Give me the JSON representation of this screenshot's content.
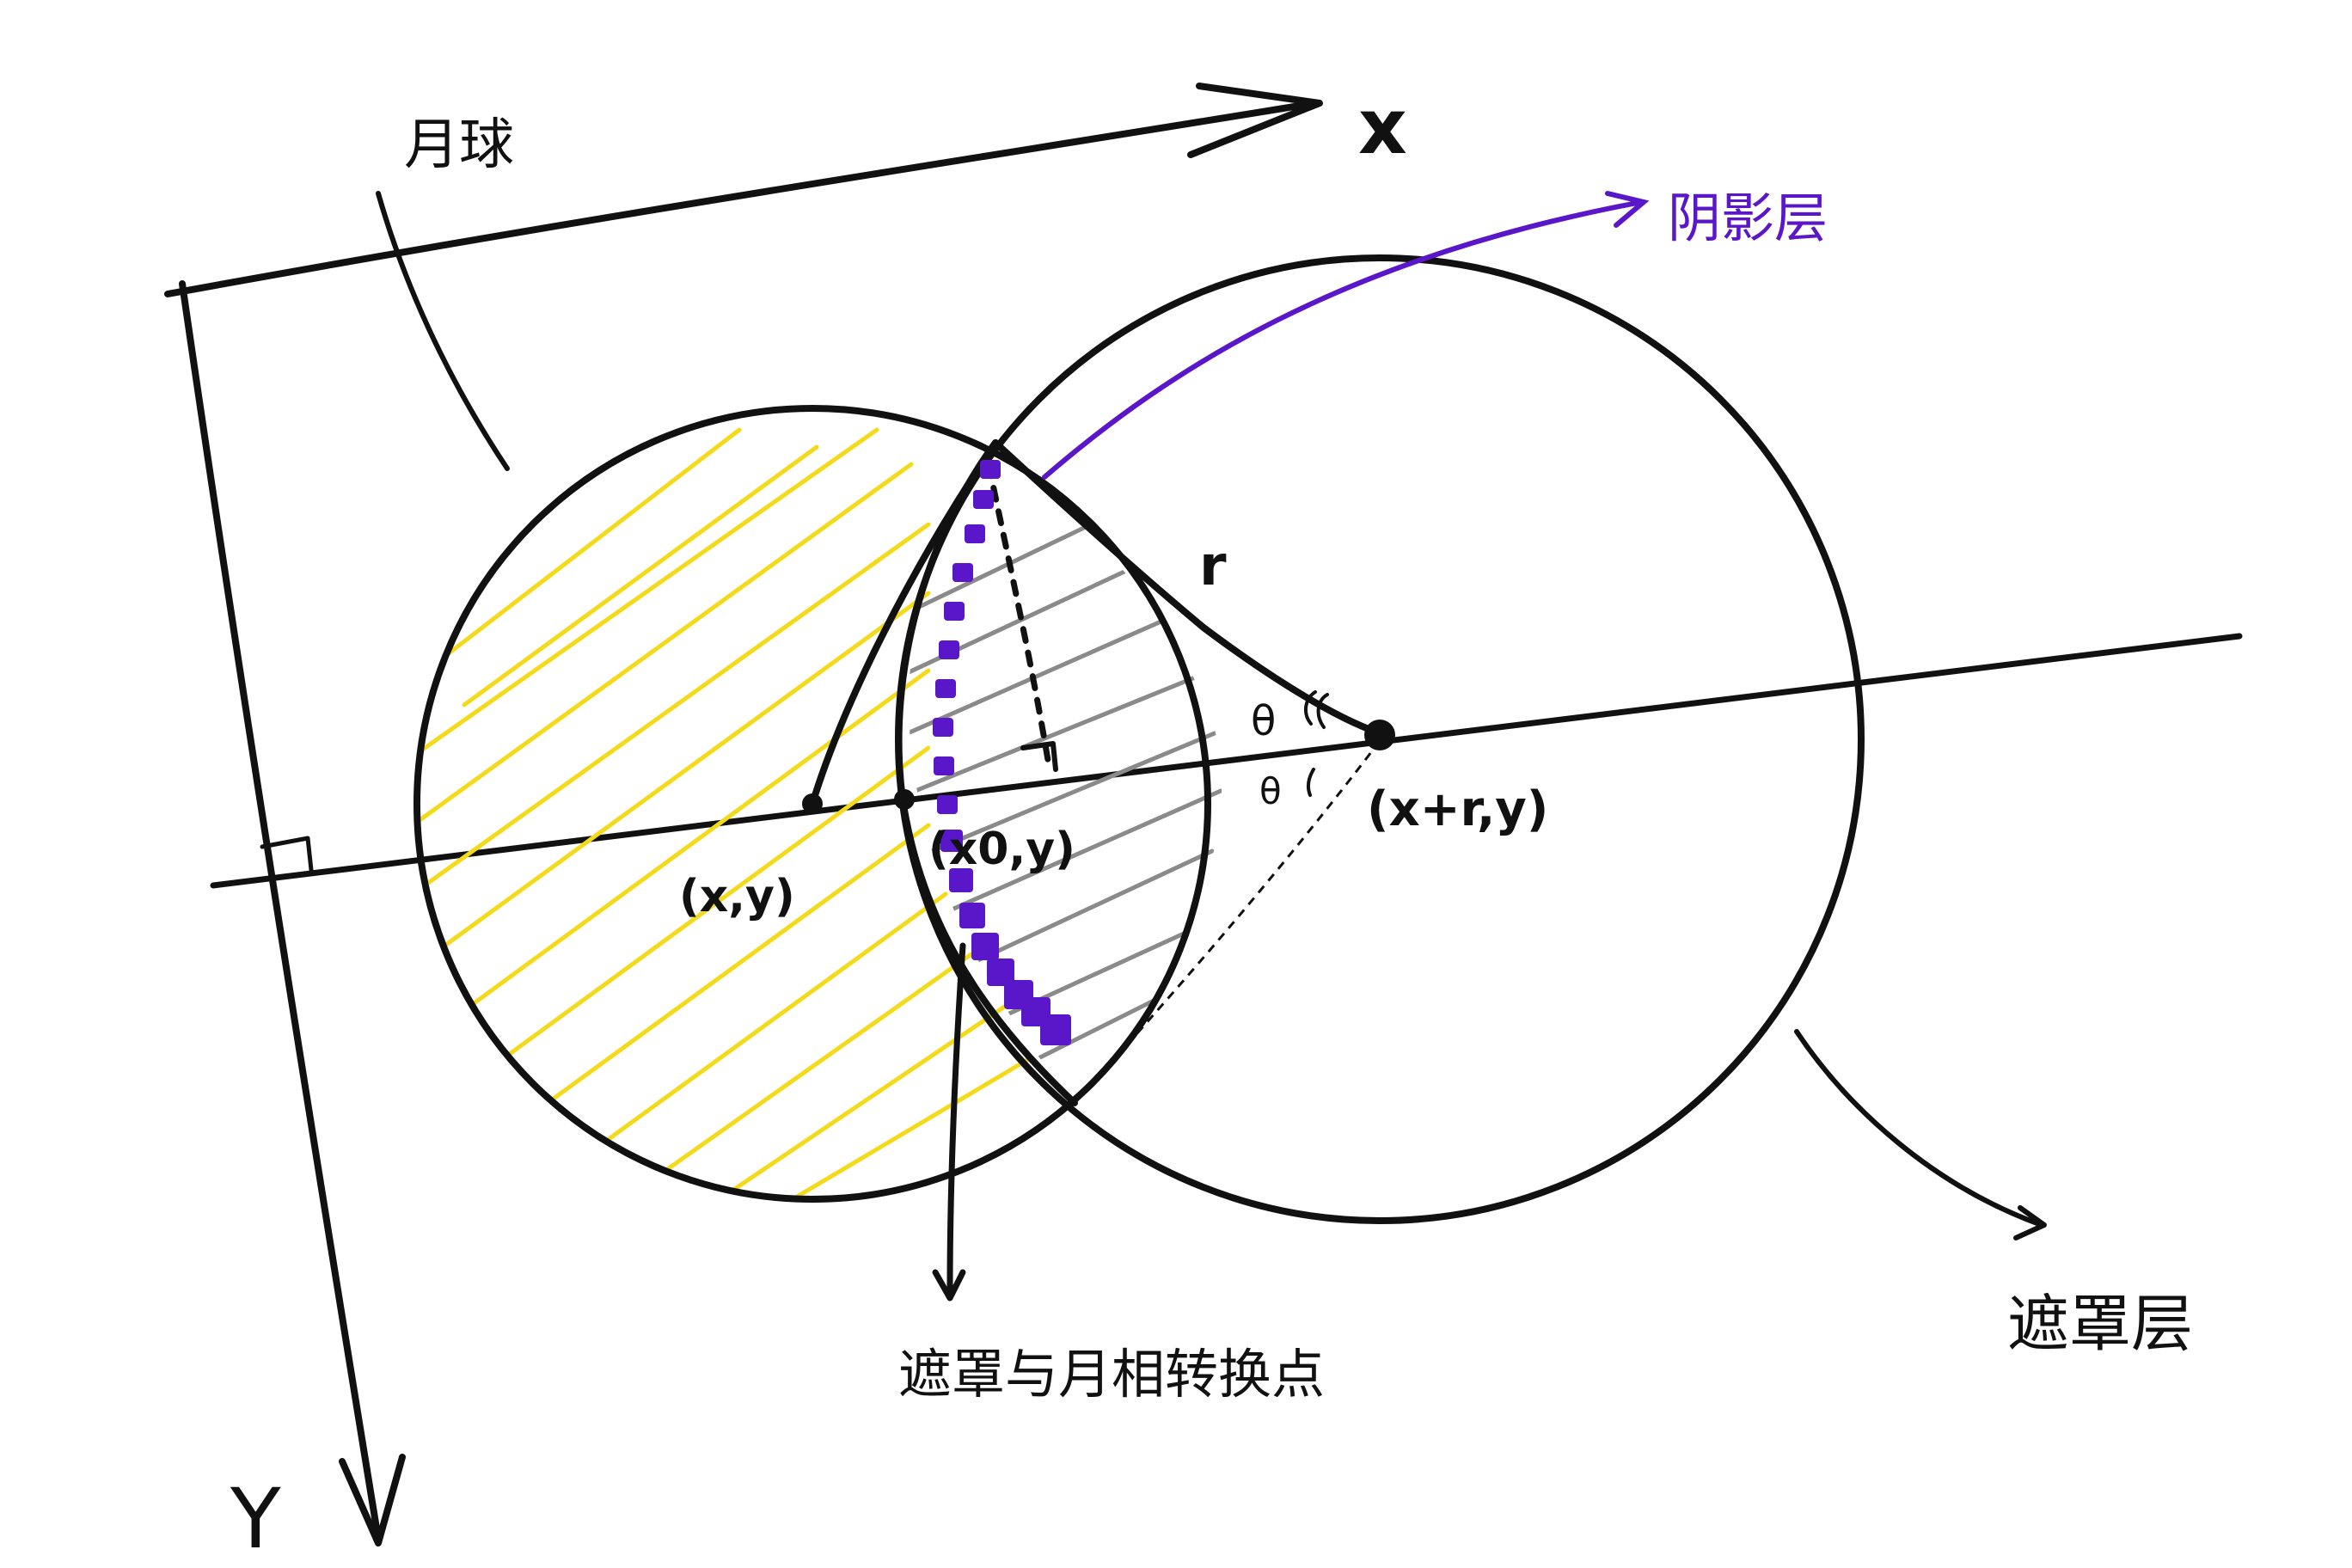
{
  "axes": {
    "x_label": "x",
    "y_label": "Y"
  },
  "labels": {
    "moon": "月球",
    "shadow_layer": "阴影层",
    "mask_layer": "遮罩层",
    "radius": "r",
    "point_center": "(x,y)",
    "point_x0": "(x0,y)",
    "point_mask_center": "(x+r,y)",
    "theta_top": "θ",
    "theta_bottom": "θ",
    "intersection_note": "遮罩与月相转换点"
  },
  "colors": {
    "ink": "#111111",
    "hatch_yellow": "#f3da1a",
    "hatch_gray": "#8a8a8a",
    "purple": "#5a16c9"
  }
}
